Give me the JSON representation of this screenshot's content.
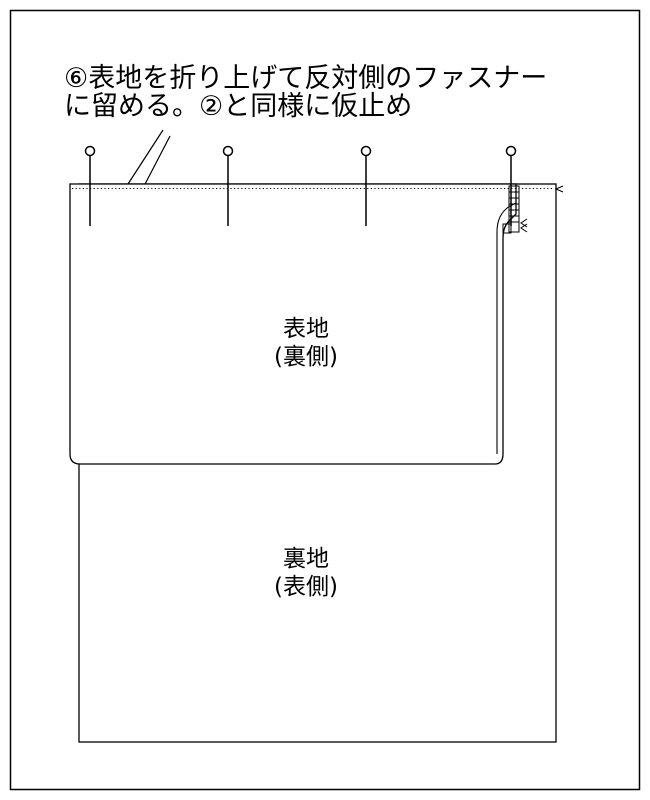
{
  "instruction": {
    "line1": "⑥表地を折り上げて反対側のファスナー",
    "line2": "に留める。②と同様に仮止め"
  },
  "outer_fabric": {
    "name": "表地",
    "side": "(裏側)"
  },
  "lining_fabric": {
    "name": "裏地",
    "side": "(表側)"
  },
  "pin_count": 4
}
